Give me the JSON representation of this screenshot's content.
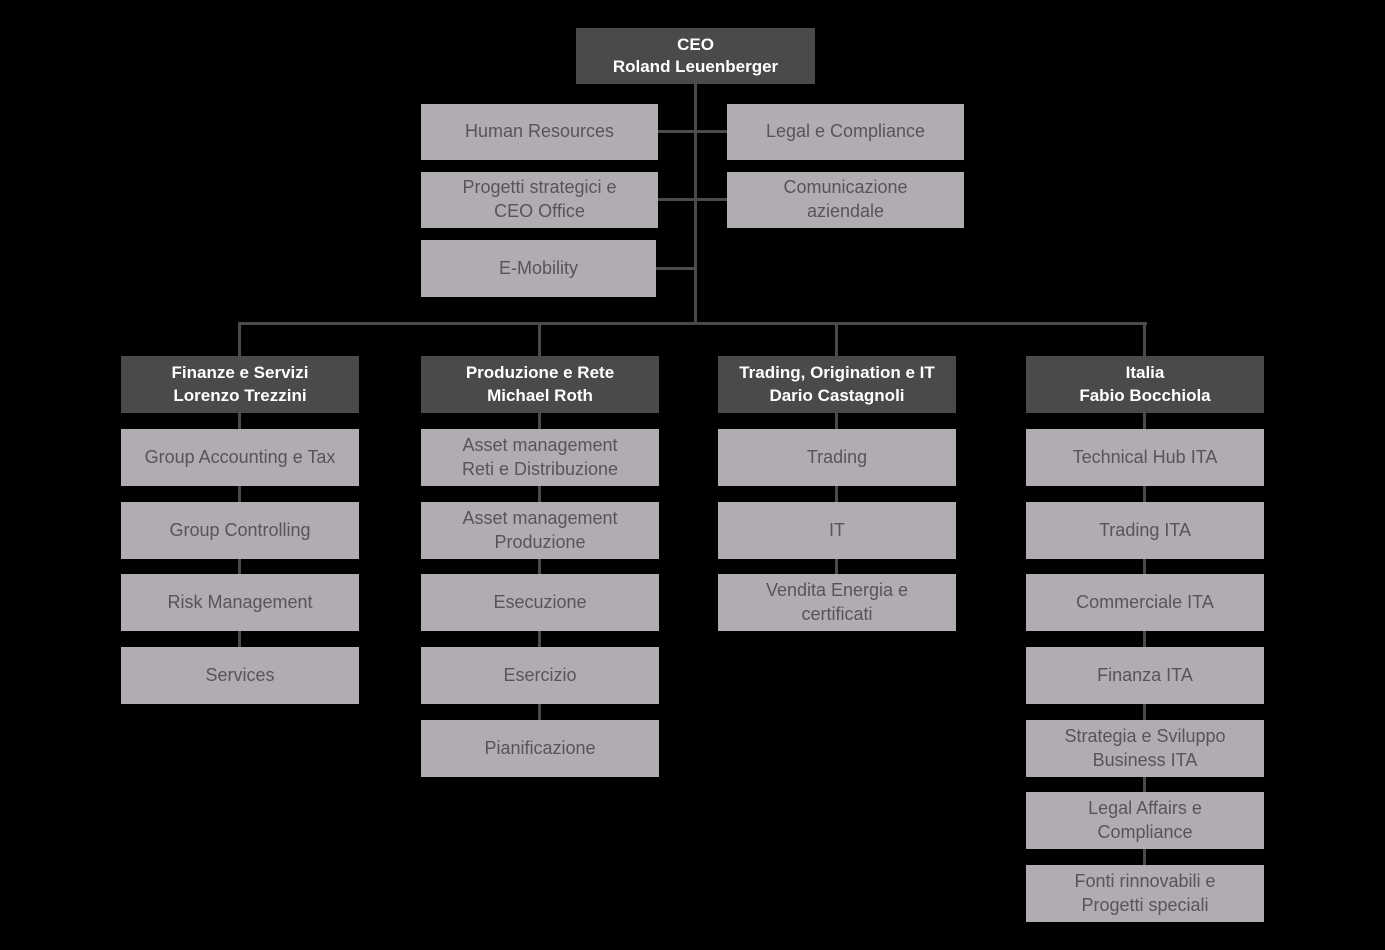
{
  "org": {
    "ceo": "CEO\nRoland Leuenberger",
    "staff": {
      "left": [
        "Human Resources",
        "Progetti strategici e\nCEO Office",
        "E-Mobility"
      ],
      "right": [
        "Legal e Compliance",
        "Comunicazione\naziendale"
      ]
    },
    "divisions": [
      {
        "header": "Finanze e Servizi\nLorenzo Trezzini",
        "units": [
          "Group Accounting e Tax",
          "Group Controlling",
          "Risk Management",
          "Services"
        ]
      },
      {
        "header": "Produzione e Rete\nMichael Roth",
        "units": [
          "Asset management\nReti e Distribuzione",
          "Asset management\nProduzione",
          "Esecuzione",
          "Esercizio",
          "Pianificazione"
        ]
      },
      {
        "header": "Trading, Origination e IT\nDario Castagnoli",
        "units": [
          "Trading",
          "IT",
          "Vendita Energia e\ncertificati"
        ]
      },
      {
        "header": "Italia\nFabio Bocchiola",
        "units": [
          "Technical Hub ITA",
          "Trading ITA",
          "Commerciale ITA",
          "Finanza ITA",
          "Strategia e Sviluppo\nBusiness ITA",
          "Legal Affairs e\nCompliance",
          "Fonti rinnovabili e\nProgetti speciali"
        ]
      }
    ],
    "colors": {
      "background": "#000000",
      "box_dark": "#4a494b",
      "box_light": "#b0acb1",
      "text_dark_box": "#ffffff",
      "text_light_box": "#57545a",
      "connector": "#4a4a4c"
    }
  }
}
